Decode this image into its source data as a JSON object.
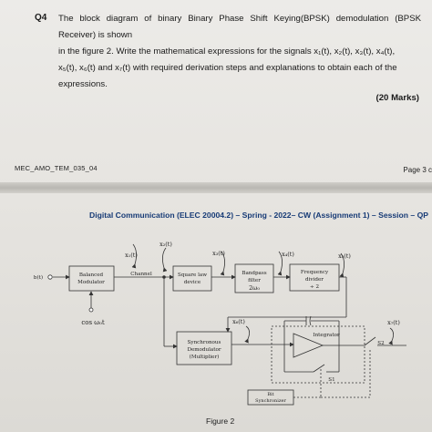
{
  "question": {
    "number": "Q4",
    "lines": [
      "The block diagram of binary Binary Phase Shift Keying(BPSK) demodulation (BPSK Receiver) is shown",
      "in the figure 2. Write the mathematical expressions for the signals x₁(t), x₂(t), x₃(t), x₄(t),",
      "x₅(t), x₆(t) and x₇(t) with required derivation steps and explanations to obtain each of the",
      "expressions."
    ],
    "marks": "(20 Marks)"
  },
  "footer": {
    "code": "MEC_AMO_TEM_035_04",
    "page": "Page 3 c"
  },
  "header2": "Digital Communication (ELEC 20004.2) – Spring - 2022– CW (Assignment 1) – Session – QP",
  "diagram": {
    "input": "b(t)",
    "balanced_modulator": [
      "Balanced",
      "Modulator"
    ],
    "carrier": "cos ω₀t",
    "channel": "Channel",
    "square_law": [
      "Square law",
      "device"
    ],
    "bandpass": [
      "Bandpass",
      "filter",
      "2ω₀"
    ],
    "freq_divider": [
      "Frequency",
      "divider",
      "÷ 2"
    ],
    "sync_demod": [
      "Synchronous",
      "Demodulator",
      "(Multiplier)"
    ],
    "integrator": "Integrator",
    "bit_sync": [
      "Bit",
      "Synchronizer"
    ],
    "s1": "S1",
    "s2": "S2",
    "signals": {
      "x1": "x₁(t)",
      "x2": "x₂(t)",
      "x3": "x₃(t)",
      "x4": "x₄(t)",
      "x5": "x₅(t)",
      "x6": "x₆(t)",
      "x7": "x₇(t)"
    }
  },
  "caption": "Figure 2"
}
